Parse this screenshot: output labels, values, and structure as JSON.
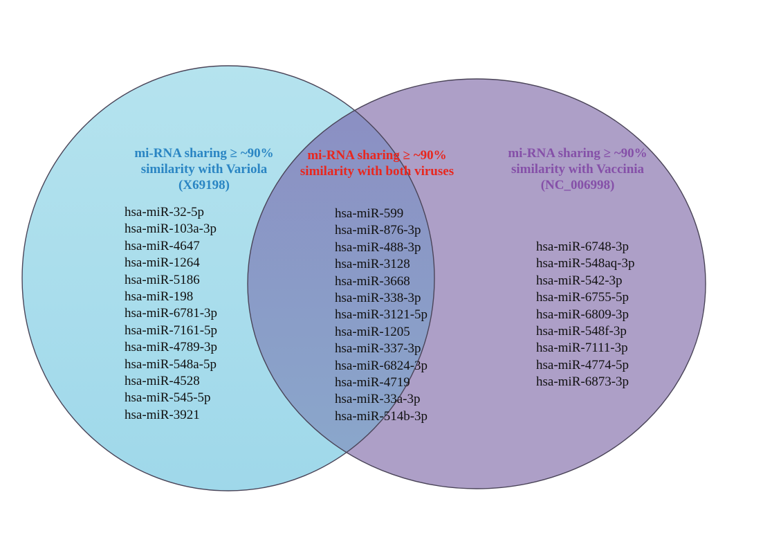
{
  "colors": {
    "variola_fill_top": "#b5e3ee",
    "variola_fill_bottom": "#9fd8ea",
    "vaccinia_fill": "#ad9fc7",
    "overlap_fill_top": "#8b8dc2",
    "overlap_fill_bottom": "#8aa9cc",
    "outline": "#4a4458",
    "variola_text": "#2a85c3",
    "both_text": "#e8271e",
    "vaccinia_text": "#8550a8",
    "mirna_text": "#111111"
  },
  "sets": {
    "variola": {
      "title_lines": [
        "mi-RNA sharing ≥ ~90%",
        "similarity with Variola",
        "(X69198)"
      ],
      "mirnas": [
        "hsa-miR-32-5p",
        "hsa-miR-103a-3p",
        "hsa-miR-4647",
        "hsa-miR-1264",
        "hsa-miR-5186",
        "hsa-miR-198",
        "hsa-miR-6781-3p",
        "hsa-miR-7161-5p",
        "hsa-miR-4789-3p",
        "hsa-miR-548a-5p",
        "hsa-miR-4528",
        "hsa-miR-545-5p",
        "hsa-miR-3921"
      ]
    },
    "both": {
      "title_lines": [
        "mi-RNA sharing ≥ ~90%",
        "similarity with both viruses"
      ],
      "mirnas": [
        "hsa-miR-599",
        "hsa-miR-876-3p",
        "hsa-miR-488-3p",
        "hsa-miR-3128",
        "hsa-miR-3668",
        "hsa-miR-338-3p",
        "hsa-miR-3121-5p",
        "hsa-miR-1205",
        "hsa-miR-337-3p",
        "hsa-miR-6824-3p",
        "hsa-miR-4719",
        "hsa-miR-33a-3p",
        "hsa-miR-514b-3p"
      ]
    },
    "vaccinia": {
      "title_lines": [
        "mi-RNA sharing ≥ ~90%",
        "similarity with Vaccinia",
        "(NC_006998)"
      ],
      "mirnas": [
        "hsa-miR-6748-3p",
        "hsa-miR-548aq-3p",
        "hsa-miR-542-3p",
        "hsa-miR-6755-5p",
        "hsa-miR-6809-3p",
        "hsa-miR-548f-3p",
        "hsa-miR-7111-3p",
        "hsa-miR-4774-5p",
        "hsa-miR-6873-3p"
      ]
    }
  }
}
